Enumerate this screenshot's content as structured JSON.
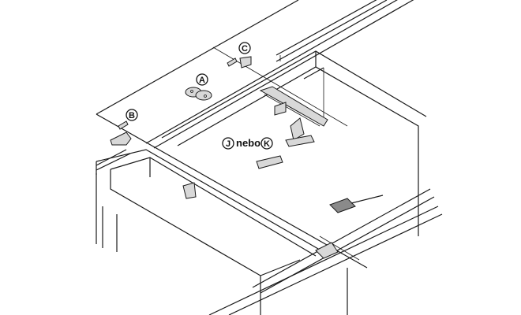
{
  "diagram": {
    "labels": {
      "a": "A",
      "b": "B",
      "c": "C",
      "j": "J",
      "k": "K"
    },
    "connector_text": "nebo"
  }
}
